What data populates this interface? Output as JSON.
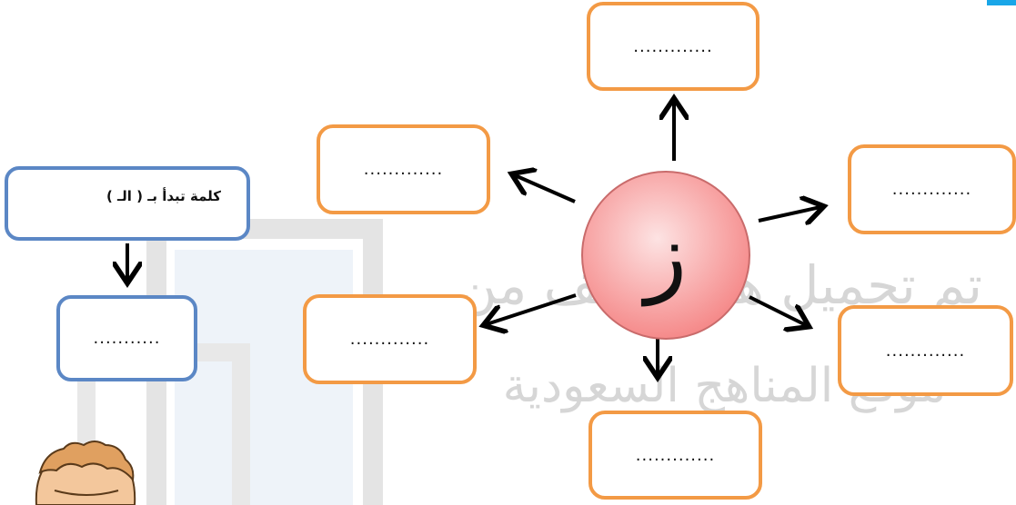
{
  "center": {
    "letter": "ز",
    "fill_light": "#fde3e3",
    "fill_dark": "#f58a8a",
    "stroke": "#c96b6b"
  },
  "satellites": [
    {
      "id": "top",
      "text": "............."
    },
    {
      "id": "upper-left",
      "text": "............."
    },
    {
      "id": "upper-right",
      "text": "............."
    },
    {
      "id": "lower-left",
      "text": "............."
    },
    {
      "id": "lower-right",
      "text": "............."
    },
    {
      "id": "bottom",
      "text": "............."
    }
  ],
  "side_task": {
    "prompt": "كلمة تبدأ بـ ( الـ )",
    "answer": "..........."
  },
  "watermark": {
    "line1": "تم تحميل هذا الملف من",
    "line2": "موقع المناهج السعودية"
  },
  "colors": {
    "orange_border": "#f39a45",
    "blue_border": "#5b87c5",
    "arrow": "#000000",
    "watermark": "#d6d6d6",
    "corner_accent": "#19a6e8"
  }
}
